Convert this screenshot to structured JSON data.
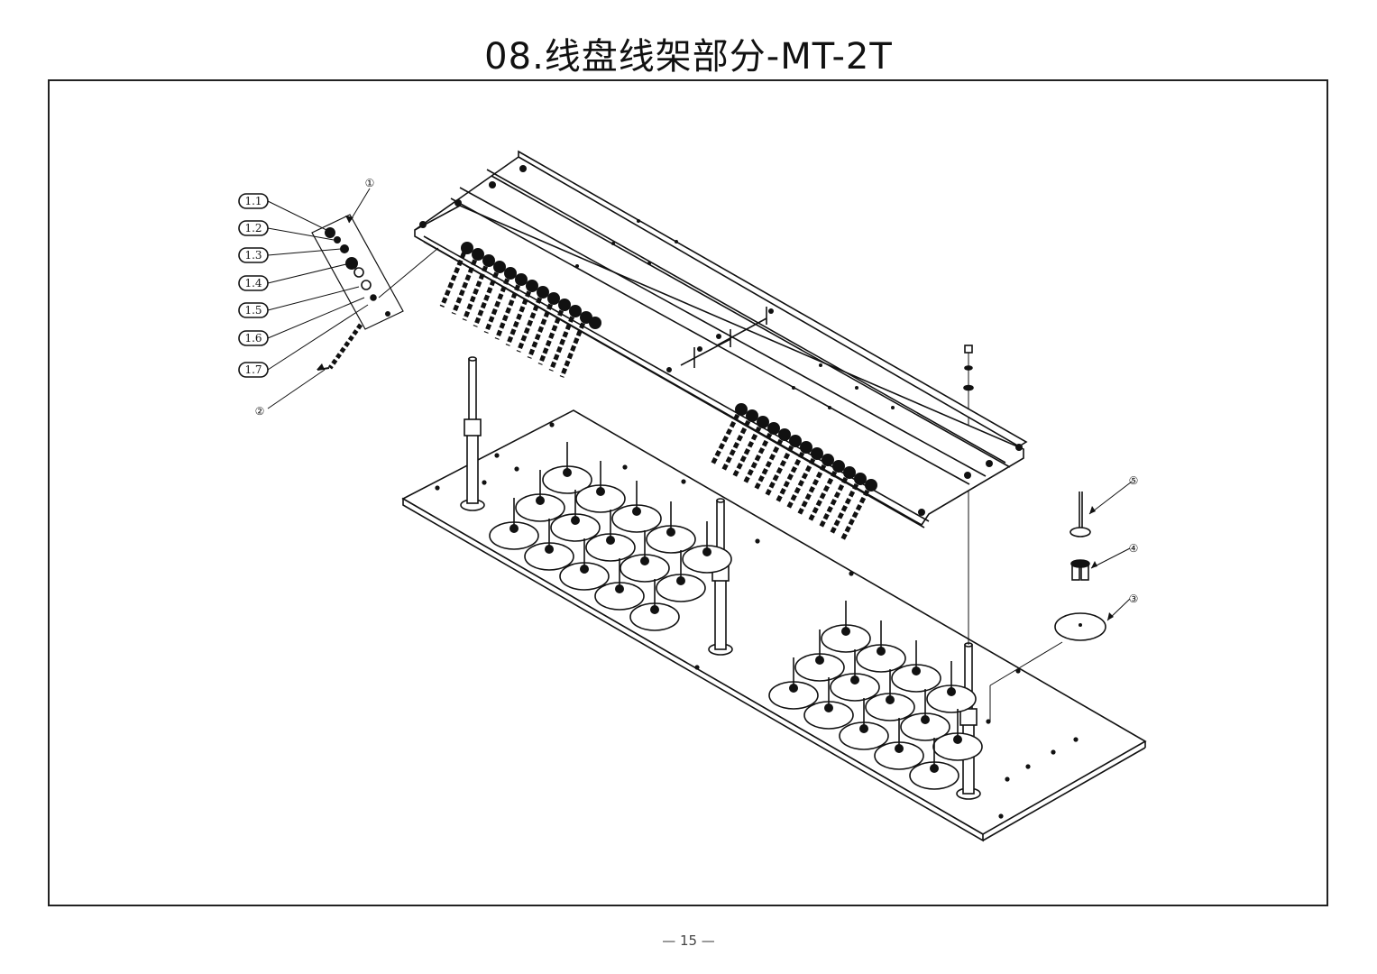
{
  "title": "08.线盘线架部分-MT-2T",
  "footer": "— 15 —",
  "callouts": {
    "c1": "①",
    "c2": "②",
    "c3": "③",
    "c4": "④",
    "c5": "⑤",
    "c11": "1.1",
    "c12": "1.2",
    "c13": "1.3",
    "c14": "1.4",
    "c15": "1.5",
    "c16": "1.6",
    "c17": "1.7"
  }
}
